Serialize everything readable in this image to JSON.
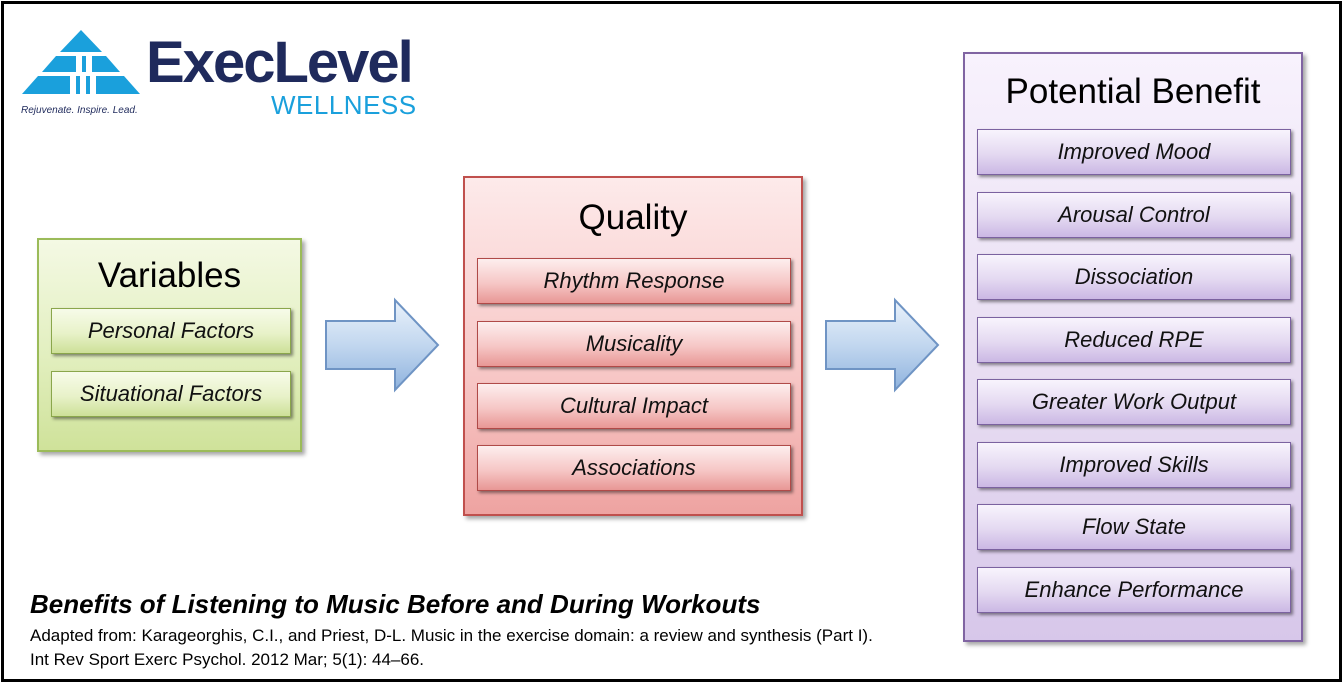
{
  "logo": {
    "name_main": "ExecLevel",
    "name_sub": "WELLNESS",
    "tagline": "Rejuvenate. Inspire. Lead.",
    "color_dark": "#1f2a5c",
    "color_blue": "#1aa0dc"
  },
  "groups": [
    {
      "title": "Variables",
      "items": [
        "Personal Factors",
        "Situational Factors"
      ],
      "color": "#9bbb59"
    },
    {
      "title": "Quality",
      "items": [
        "Rhythm Response",
        "Musicality",
        "Cultural Impact",
        "Associations"
      ],
      "color": "#c0504d"
    },
    {
      "title": "Potential Benefit",
      "items": [
        "Improved Mood",
        "Arousal Control",
        "Dissociation",
        "Reduced RPE",
        "Greater Work Output",
        "Improved Skills",
        "Flow State",
        "Enhance Performance"
      ],
      "color": "#8064a2"
    }
  ],
  "caption": {
    "title": "Benefits of Listening to Music Before and During Workouts",
    "source": "Adapted from: Karageorghis, C.I., and Priest, D-L. Music in the exercise domain: a review and synthesis (Part I). Int Rev Sport Exerc Psychol. 2012 Mar; 5(1): 44–66."
  }
}
